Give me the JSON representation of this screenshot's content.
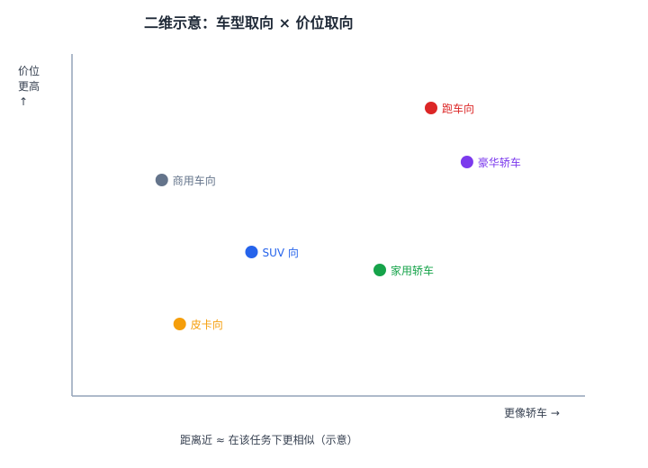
{
  "chart_data": {
    "type": "scatter",
    "title": "二维示意：车型取向 × 价位取向",
    "xlabel": "更像轿车 →",
    "ylabel_lines": [
      "价位",
      "更高",
      "↑"
    ],
    "caption": "距离近 ≈ 在该任务下更相似（示意）",
    "xlim": [
      0,
      10
    ],
    "ylim": [
      0,
      10
    ],
    "grid": false,
    "points": [
      {
        "label": "跑车向",
        "x": 7,
        "y": 8,
        "color": "#dc2626"
      },
      {
        "label": "豪华轿车",
        "x": 7.7,
        "y": 6.5,
        "color": "#7c3aed"
      },
      {
        "label": "商用车向",
        "x": 1.75,
        "y": 6,
        "color": "#64748b"
      },
      {
        "label": "SUV 向",
        "x": 3.5,
        "y": 4,
        "color": "#2563eb"
      },
      {
        "label": "家用轿车",
        "x": 6,
        "y": 3.5,
        "color": "#16a34a"
      },
      {
        "label": "皮卡向",
        "x": 2.1,
        "y": 2,
        "color": "#f59e0b"
      }
    ],
    "axis_color": "#94a3b8"
  }
}
